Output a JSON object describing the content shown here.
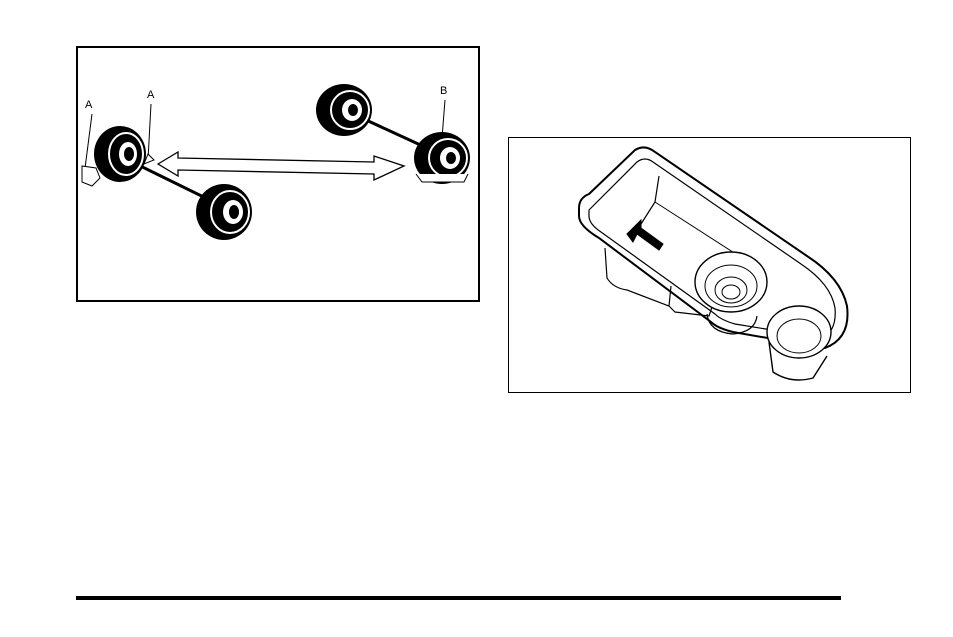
{
  "figures": {
    "tire_rotation": {
      "callout_a_left": "A",
      "callout_a_right": "A",
      "callout_b": "B"
    },
    "console": {}
  },
  "colors": {
    "ink": "#000000",
    "paper": "#ffffff"
  },
  "icons": [
    "tire-rotation-illustration",
    "double-arrow-icon",
    "console-tray-illustration",
    "arrow-icon"
  ]
}
